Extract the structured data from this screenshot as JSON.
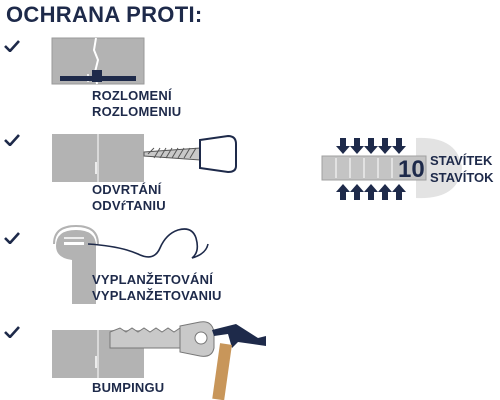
{
  "heading": "OCHRANA PROTI:",
  "items": [
    {
      "label_line1": "ROZLOMENÍ",
      "label_line2": "ROZLOMENIU"
    },
    {
      "label_line1": "ODVRTÁNÍ",
      "label_line2": "ODVŕTANIU"
    },
    {
      "label_line1": "VYPLANŽETOVÁNÍ",
      "label_line2": "VYPLANŽETOVANIU"
    },
    {
      "label_line1": "BUMPINGU",
      "label_line2": ""
    }
  ],
  "pins": {
    "count": "10",
    "label_line1": "STAVÍTEK",
    "label_line2": "STAVÍTOK"
  },
  "colors": {
    "text": "#1e2a4a",
    "cylinder": "#b3b3b3",
    "accent": "#1e2a4a"
  },
  "icons": [
    "check-icon",
    "broken-cylinder-icon",
    "drill-icon",
    "pick-icon",
    "bump-key-icon",
    "hammer-icon",
    "pin-cylinder-icon"
  ]
}
